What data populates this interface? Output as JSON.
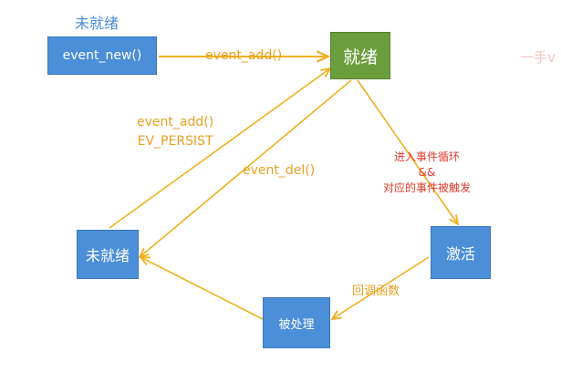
{
  "states": {
    "top_label": "未就绪",
    "event_new": "event_new()",
    "ready": "就绪",
    "not_ready": "未就绪",
    "active": "激活",
    "processed": "被处理"
  },
  "edges": {
    "event_add_top": "event_add()",
    "event_add_persist_line1": "event_add()",
    "event_add_persist_line2": "EV_PERSIST",
    "event_del": "event_del()",
    "enter_loop_line1": "进入事件循环",
    "enter_loop_line2": "&&",
    "enter_loop_line3": "对应的事件被触发",
    "callback": "回调函数"
  },
  "watermark": "一手v",
  "colors": {
    "box_blue": "#4a8fd8",
    "box_green": "#6a9e3c",
    "arrow": "#f0b020",
    "edge_label": "#e8a020",
    "trigger_label": "#e03a2c"
  }
}
